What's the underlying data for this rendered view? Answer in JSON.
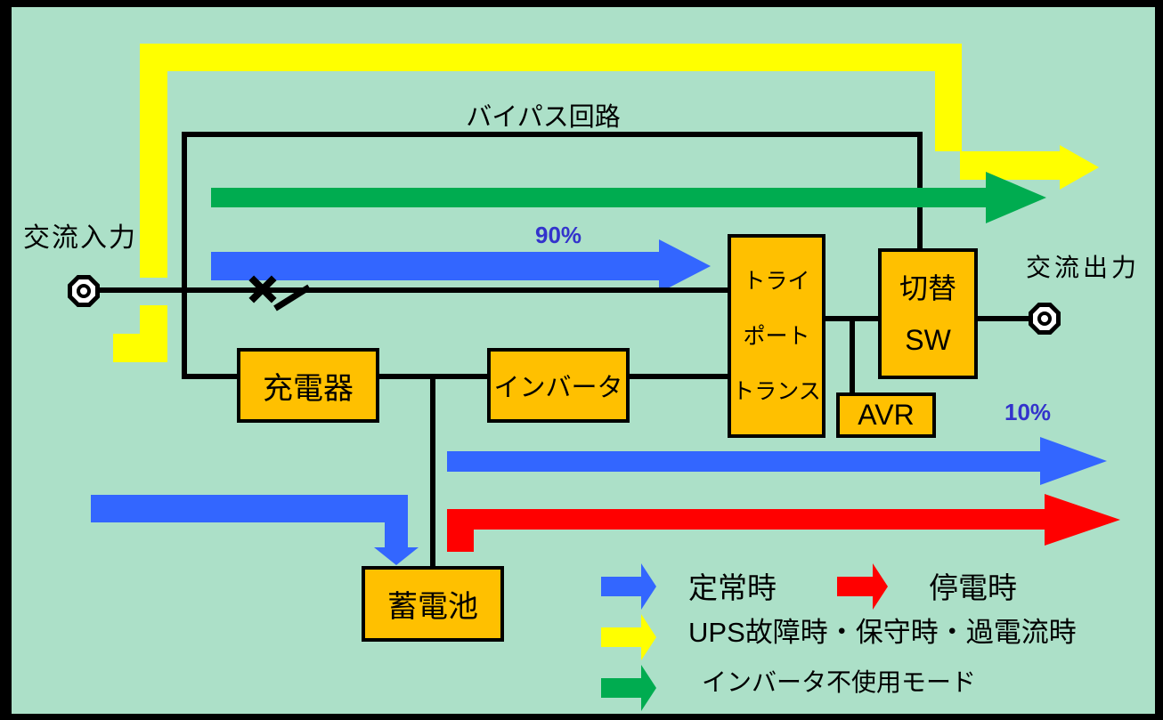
{
  "colors": {
    "bg": "#ACE0C8",
    "frame": "#000000",
    "boxFill": "#FFC000",
    "wire": "#000000",
    "text": "#000000",
    "yellow": "#FFFF00",
    "green": "#00AC50",
    "blue": "#3366FF",
    "red": "#FF0000",
    "percentText": "#3333CC"
  },
  "labels": {
    "ac_input": "交流入力",
    "ac_output": "交流出力",
    "bypass": "バイパス回路",
    "pct90": "90%",
    "pct10": "10%"
  },
  "boxes": {
    "charger": "充電器",
    "inverter": "インバータ",
    "triport": {
      "line1": "トライ",
      "line2": "ポート",
      "line3": "トランス"
    },
    "switch": {
      "line1": "切替",
      "line2": "SW"
    },
    "avr": "AVR",
    "battery": "蓄電池"
  },
  "legend": {
    "normal": "定常時",
    "outage": "停電時",
    "failure": "UPS故障時・保守時・過電流時",
    "inverter_off": "インバータ不使用モード"
  }
}
